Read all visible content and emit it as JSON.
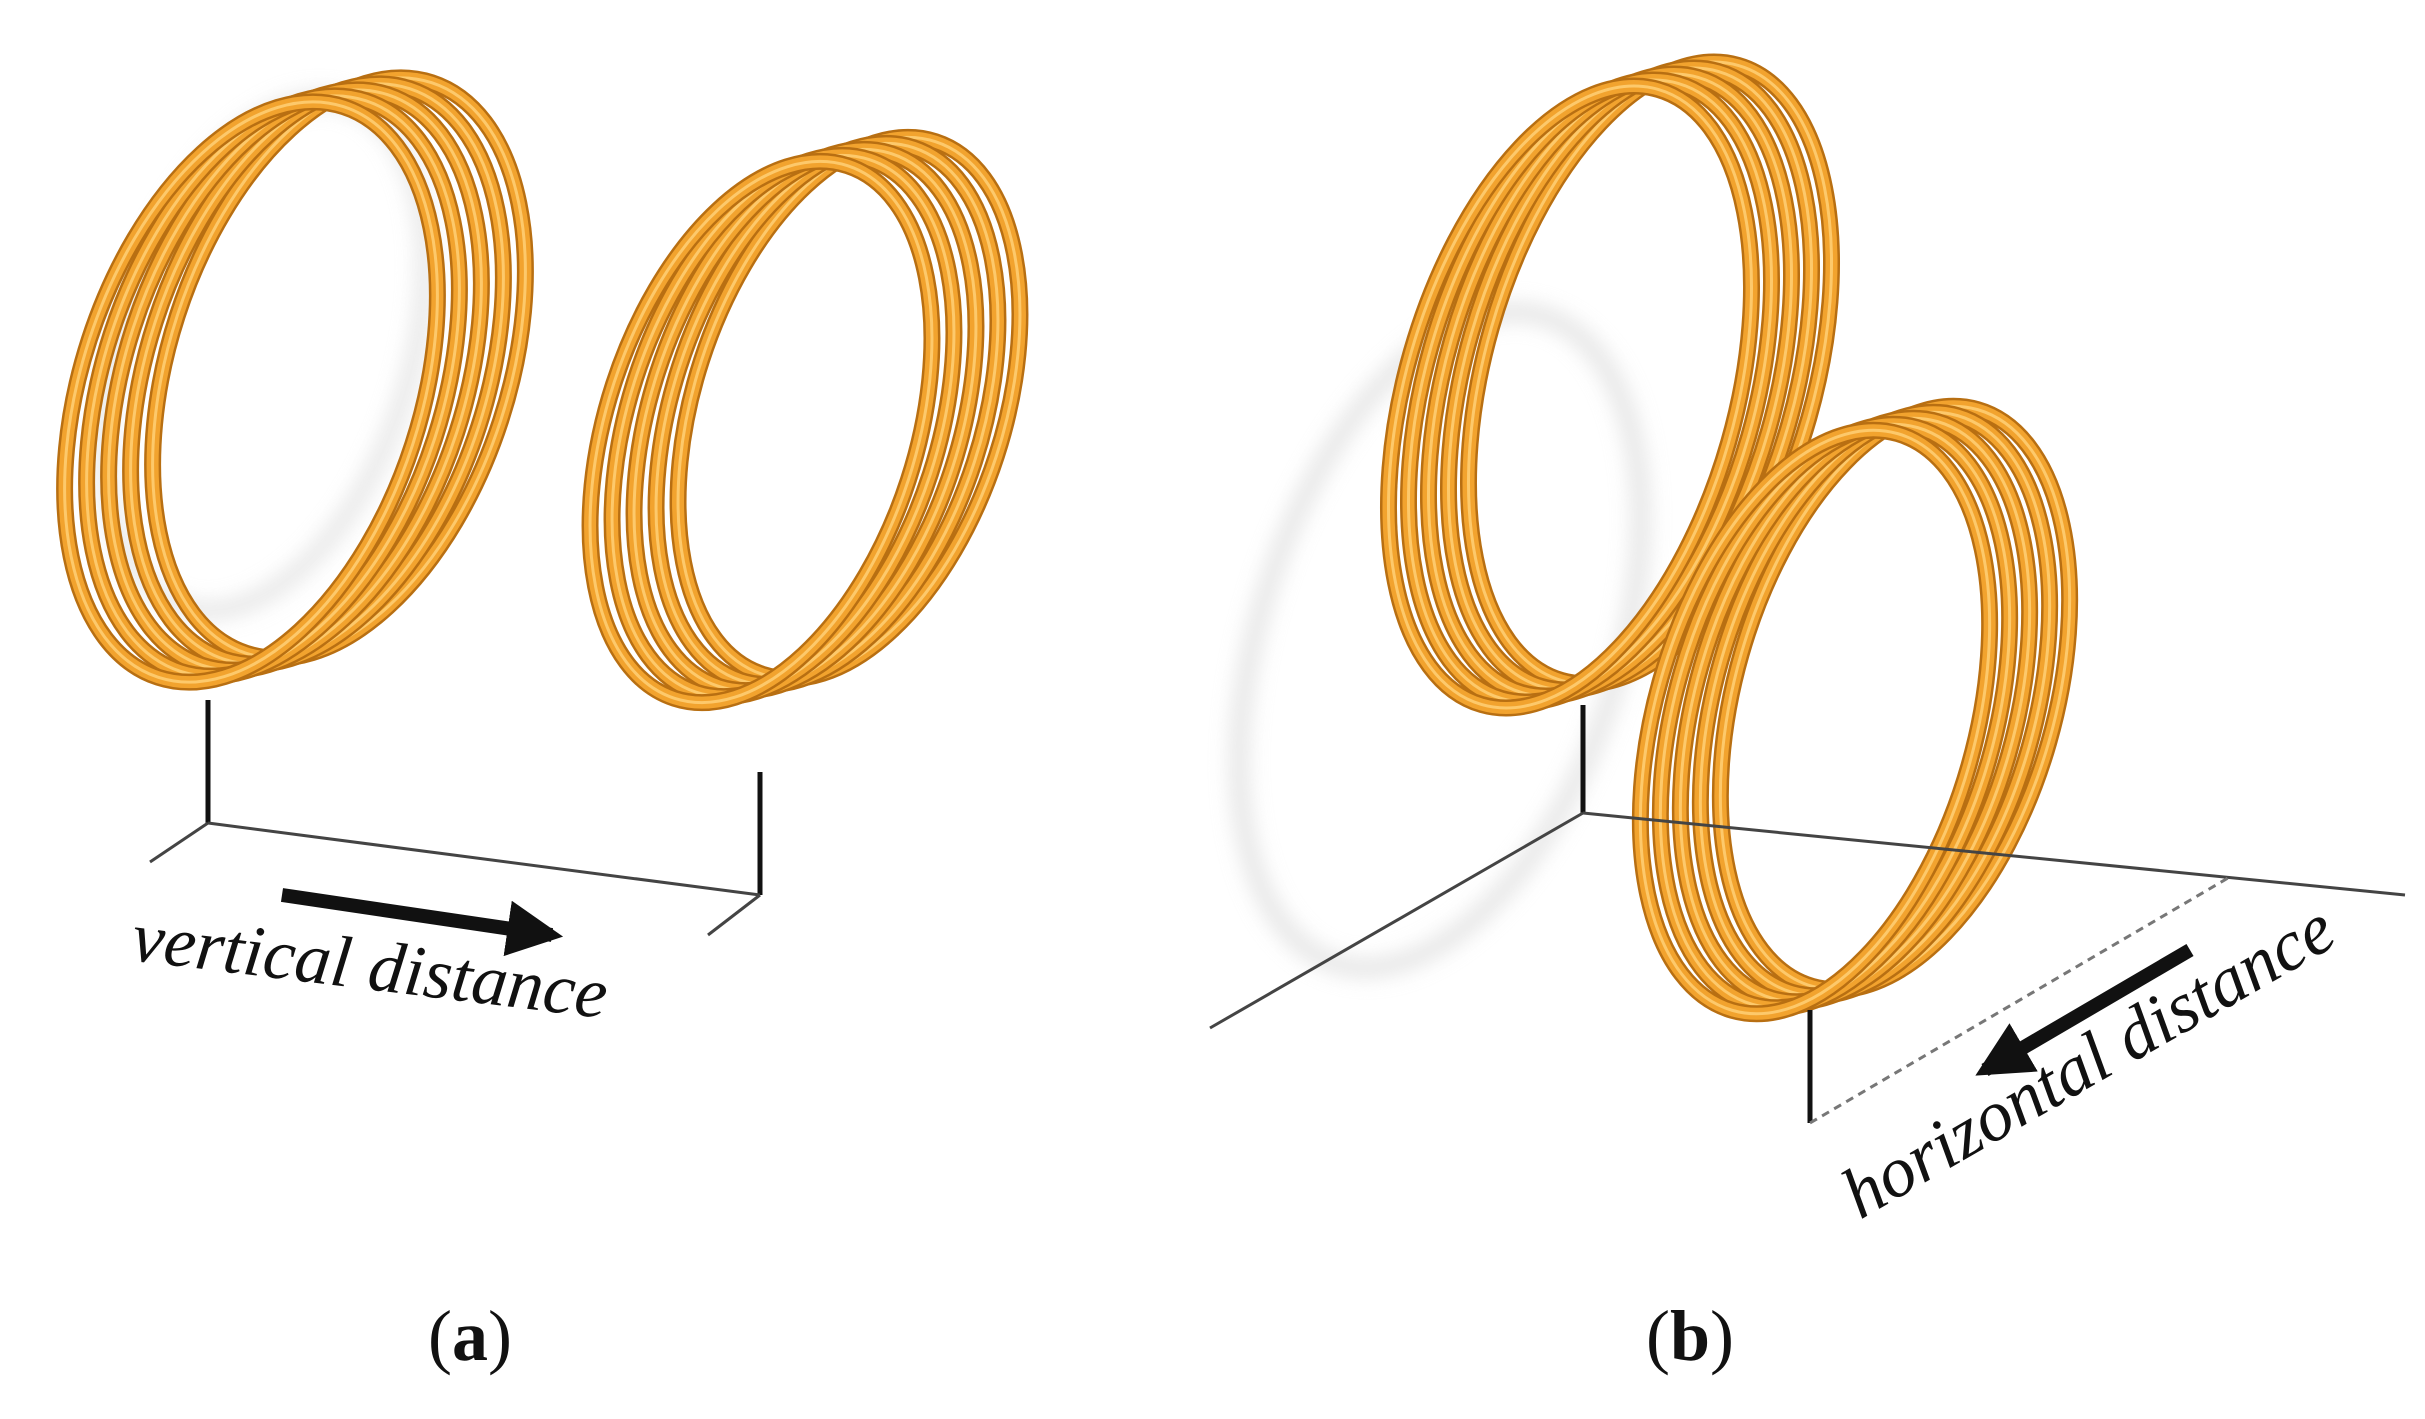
{
  "figure": {
    "panels": [
      {
        "id": "a",
        "caption_open": "(",
        "caption_letter": "a",
        "caption_close": ")",
        "distance_label": "vertical distance",
        "arrow_direction": "right"
      },
      {
        "id": "b",
        "caption_open": "(",
        "caption_letter": "b",
        "caption_close": ")",
        "distance_label": "horizontal distance",
        "arrow_direction": "down-left"
      }
    ],
    "colors": {
      "coil_main": "#f2a32e",
      "coil_dark": "#b86f12",
      "coil_light": "#ffd27a",
      "axis_line": "#333333",
      "label_text": "#111111",
      "background": "#ffffff"
    },
    "coil_turns": 5
  }
}
